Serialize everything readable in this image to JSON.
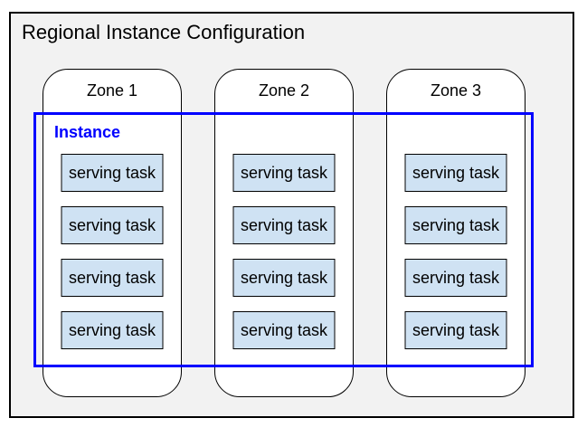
{
  "title": "Regional Instance Configuration",
  "instance": {
    "label": "Instance"
  },
  "zones": [
    {
      "label": "Zone 1",
      "tasks": [
        "serving task",
        "serving task",
        "serving task",
        "serving task"
      ]
    },
    {
      "label": "Zone 2",
      "tasks": [
        "serving task",
        "serving task",
        "serving task",
        "serving task"
      ]
    },
    {
      "label": "Zone 3",
      "tasks": [
        "serving task",
        "serving task",
        "serving task",
        "serving task"
      ]
    }
  ],
  "colors": {
    "instance_blue": "#0000ff",
    "task_fill": "#cfe2f3",
    "task_border": "#000000",
    "zone_fill": "#ffffff",
    "zone_border": "#000000",
    "frame_fill": "#f2f2f2",
    "frame_border": "#000000",
    "title_text": "#000000"
  }
}
